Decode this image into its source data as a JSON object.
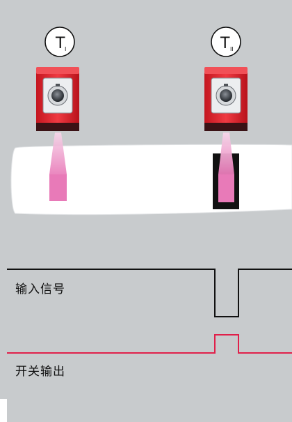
{
  "sensors": [
    {
      "label_main": "T",
      "label_sub": "I"
    },
    {
      "label_main": "T",
      "label_sub": "II"
    }
  ],
  "signals": {
    "input_label": "输入信号",
    "output_label": "开关输出"
  },
  "colors": {
    "background": "#c8cbcd",
    "sensor_red": "#e8313a",
    "beam_pink": "#e87ab8",
    "output_line": "#e0204a",
    "input_line": "#111111",
    "object_black": "#111111",
    "web": "#ffffff"
  },
  "icons": [
    "circle-label-icon",
    "laser-sensor-icon",
    "light-beam-icon"
  ]
}
